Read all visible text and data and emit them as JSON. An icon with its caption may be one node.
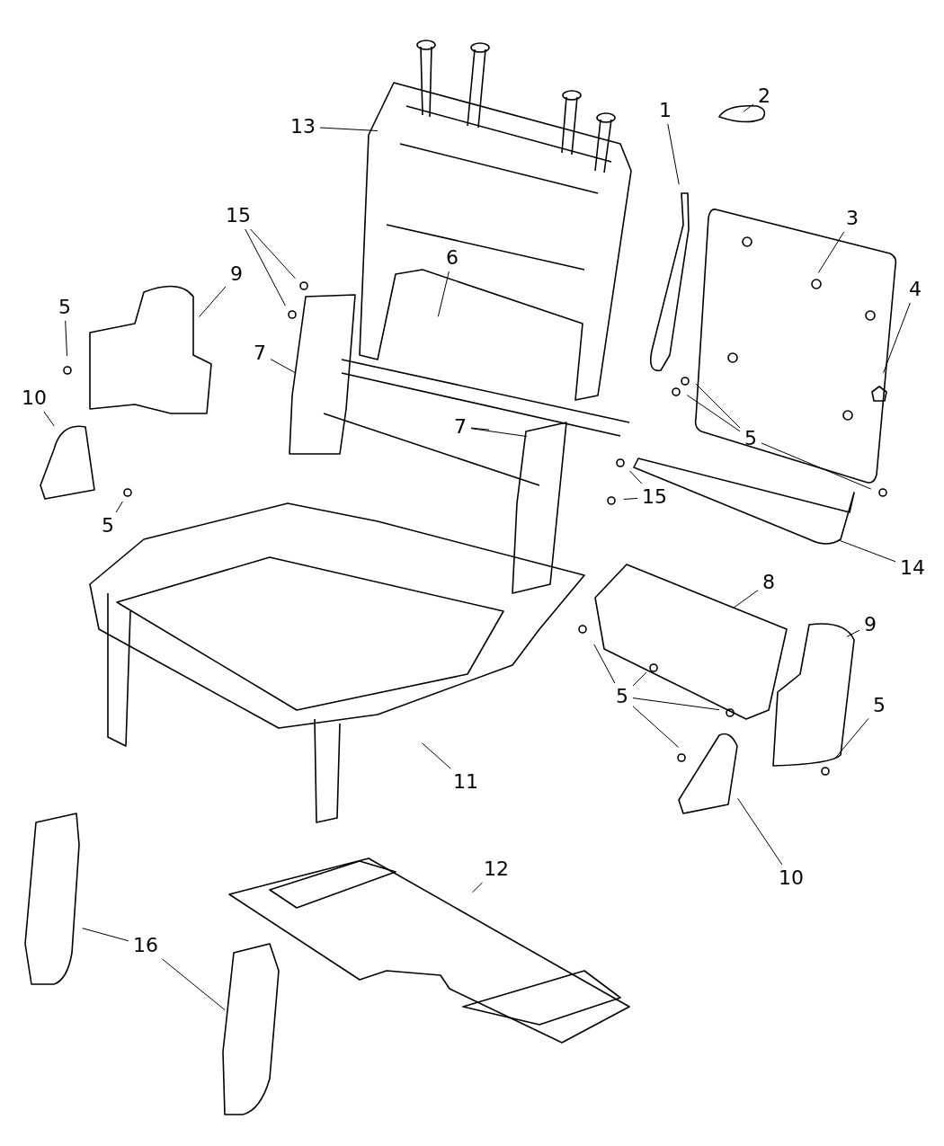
{
  "diagram": {
    "nodes": [
      {
        "text": [
          "2"
        ]
      },
      {
        "text": [
          "1"
        ]
      },
      {
        "text": [
          "13"
        ]
      },
      {
        "text": [
          "15"
        ]
      },
      {
        "text": [
          "3"
        ]
      },
      {
        "text": [
          "6"
        ]
      },
      {
        "text": [
          "9"
        ]
      },
      {
        "text": [
          "4"
        ]
      },
      {
        "text": [
          "5"
        ]
      },
      {
        "text": [
          "7"
        ]
      },
      {
        "text": [
          "10"
        ]
      },
      {
        "text": [
          "7"
        ]
      },
      {
        "text": [
          "5"
        ]
      },
      {
        "text": [
          "15"
        ]
      },
      {
        "text": [
          "5"
        ]
      },
      {
        "text": [
          "14"
        ]
      },
      {
        "text": [
          "8"
        ]
      },
      {
        "text": [
          "9"
        ]
      },
      {
        "text": [
          "5"
        ]
      },
      {
        "text": [
          "5"
        ]
      },
      {
        "text": [
          "11"
        ]
      },
      {
        "text": [
          "12"
        ]
      },
      {
        "text": [
          "10"
        ]
      },
      {
        "text": [
          "16"
        ]
      }
    ],
    "edges": [
      {
        "from": 0,
        "to": null,
        "arrow": "none"
      },
      {
        "from": 1,
        "to": null,
        "arrow": "none"
      },
      {
        "from": 2,
        "to": null,
        "arrow": "none"
      },
      {
        "from": 3,
        "to": null,
        "arrow": "none"
      },
      {
        "from": 3,
        "to": null,
        "arrow": "none"
      },
      {
        "from": 4,
        "to": null,
        "arrow": "none"
      },
      {
        "from": 5,
        "to": null,
        "arrow": "none"
      },
      {
        "from": 6,
        "to": null,
        "arrow": "none"
      },
      {
        "from": 7,
        "to": null,
        "arrow": "none"
      },
      {
        "from": 8,
        "to": null,
        "arrow": "none"
      },
      {
        "from": 9,
        "to": null,
        "arrow": "none"
      },
      {
        "from": 10,
        "to": null,
        "arrow": "none"
      },
      {
        "from": 11,
        "to": null,
        "arrow": "none"
      },
      {
        "from": 11,
        "to": null,
        "arrow": "none"
      },
      {
        "from": 12,
        "to": null,
        "arrow": "none"
      },
      {
        "from": 12,
        "to": null,
        "arrow": "none"
      },
      {
        "from": 12,
        "to": null,
        "arrow": "none"
      },
      {
        "from": 13,
        "to": null,
        "arrow": "none"
      },
      {
        "from": 13,
        "to": null,
        "arrow": "none"
      },
      {
        "from": 14,
        "to": null,
        "arrow": "none"
      },
      {
        "from": 15,
        "to": null,
        "arrow": "none"
      },
      {
        "from": 16,
        "to": null,
        "arrow": "none"
      },
      {
        "from": 17,
        "to": null,
        "arrow": "none"
      },
      {
        "from": 18,
        "to": null,
        "arrow": "none"
      },
      {
        "from": 18,
        "to": null,
        "arrow": "none"
      },
      {
        "from": 18,
        "to": null,
        "arrow": "none"
      },
      {
        "from": 18,
        "to": null,
        "arrow": "none"
      },
      {
        "from": 19,
        "to": null,
        "arrow": "none"
      },
      {
        "from": 20,
        "to": null,
        "arrow": "none"
      },
      {
        "from": 21,
        "to": null,
        "arrow": "none"
      },
      {
        "from": 22,
        "to": null,
        "arrow": "none"
      },
      {
        "from": 23,
        "to": null,
        "arrow": "none"
      },
      {
        "from": 23,
        "to": null,
        "arrow": "none"
      }
    ]
  }
}
